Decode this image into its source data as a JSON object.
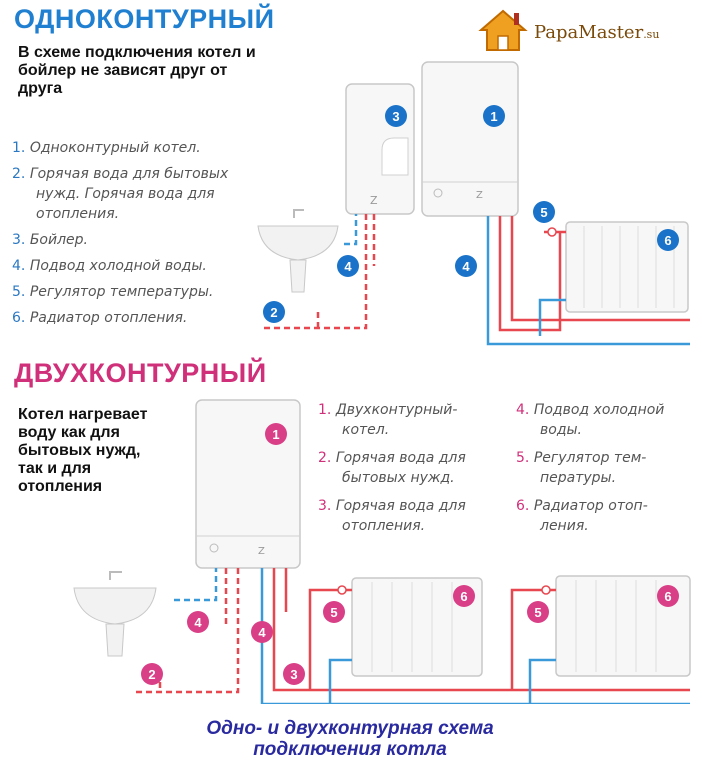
{
  "logo": {
    "brand": "PapaMaster",
    "suffix": ".su"
  },
  "section1": {
    "title": "ОДНОКОНТУРНЫЙ",
    "description": [
      "В схеме подключения котел и",
      "бойлер не зависят друг от",
      "друга"
    ],
    "legend": [
      {
        "num": "1.",
        "text": "Одноконтурный котел."
      },
      {
        "num": "2.",
        "text": "Горячая вода для бытовых"
      },
      {
        "num": "",
        "text": "нужд. Горячая вода для"
      },
      {
        "num": "",
        "text": "отопления."
      },
      {
        "num": "3.",
        "text": "Бойлер."
      },
      {
        "num": "4.",
        "text": "Подвод холодной воды."
      },
      {
        "num": "5.",
        "text": "Регулятор температуры."
      },
      {
        "num": "6.",
        "text": "Радиатор отопления."
      }
    ],
    "markers": [
      "3",
      "1",
      "5",
      "6",
      "4",
      "4",
      "2"
    ]
  },
  "section2": {
    "title": "ДВУХКОНТУРНЫЙ",
    "description": [
      "Котел нагревает",
      "воду как для",
      "бытовых нужд,",
      "так и для",
      "отопления"
    ],
    "legend_left": [
      {
        "num": "1.",
        "text": "Двухконтурный-"
      },
      {
        "num": "",
        "text": "котел."
      },
      {
        "num": "2.",
        "text": "Горячая вода для"
      },
      {
        "num": "",
        "text": "бытовых нужд."
      },
      {
        "num": "3.",
        "text": "Горячая вода для"
      },
      {
        "num": "",
        "text": "отопления."
      }
    ],
    "legend_right": [
      {
        "num": "4.",
        "text": "Подвод холодной"
      },
      {
        "num": "",
        "text": "воды."
      },
      {
        "num": "5.",
        "text": "Регулятор тем-"
      },
      {
        "num": "",
        "text": "пературы."
      },
      {
        "num": "6.",
        "text": "Радиатор отоп-"
      },
      {
        "num": "",
        "text": "ления."
      }
    ],
    "markers": [
      "1",
      "6",
      "6",
      "5",
      "5",
      "4",
      "4",
      "2",
      "3"
    ]
  },
  "caption": [
    "Одно- и двухконтурная схема",
    "подключения котла"
  ],
  "colors": {
    "hot": "#e8474f",
    "cold": "#3a9ad9",
    "blue_marker": "#1a73c9",
    "pink_marker": "#d93f86",
    "title_blue": "#1f7fd0",
    "title_pink": "#d0307a"
  }
}
